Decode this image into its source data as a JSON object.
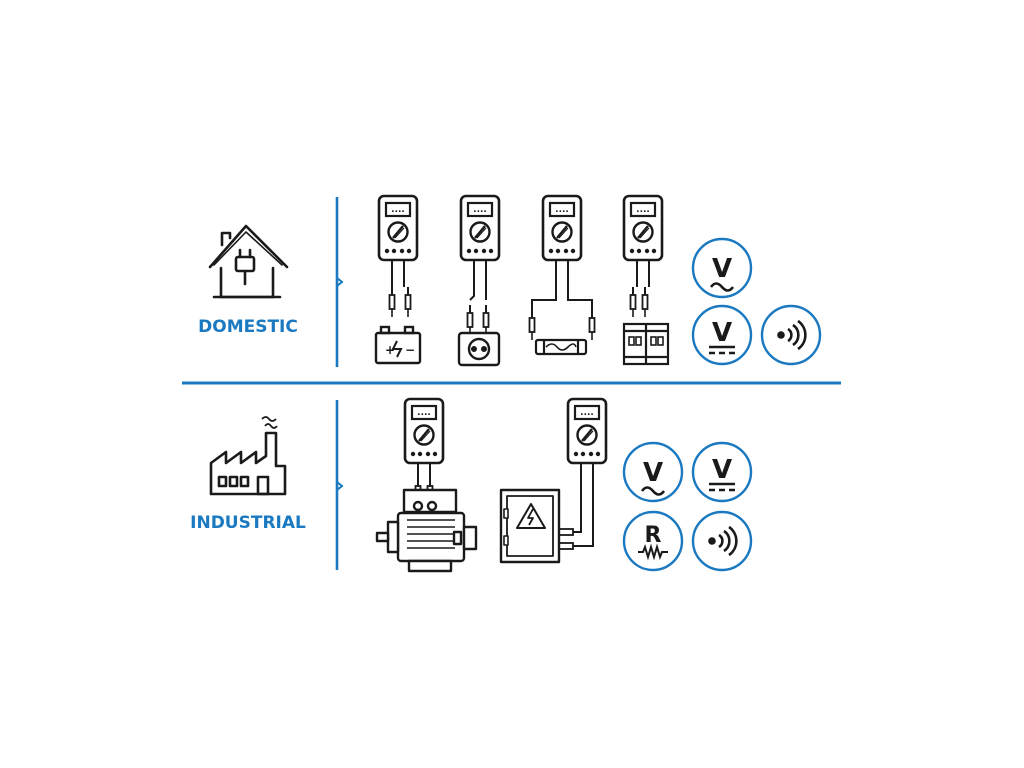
{
  "colors": {
    "accent": "#1a79c0",
    "ink": "#1a1a1a",
    "bg": "#ffffff"
  },
  "sections": {
    "domestic": {
      "label": "DOMESTIC",
      "icon": "house-plug-icon",
      "setups": [
        "battery-icon",
        "wall-socket-icon",
        "fuse-icon",
        "circuit-breaker-icon"
      ],
      "functions": [
        "ac-voltage-icon",
        "dc-voltage-icon",
        "continuity-icon"
      ]
    },
    "industrial": {
      "label": "INDUSTRIAL",
      "icon": "factory-icon",
      "setups": [
        "electric-motor-icon",
        "electrical-panel-icon"
      ],
      "functions": [
        "ac-voltage-icon",
        "dc-voltage-icon",
        "resistance-icon",
        "continuity-icon"
      ]
    }
  },
  "symbols": {
    "voltage": "V",
    "resistance": "R",
    "meter_display": "....",
    "battery_plus": "+",
    "battery_minus": "−"
  }
}
